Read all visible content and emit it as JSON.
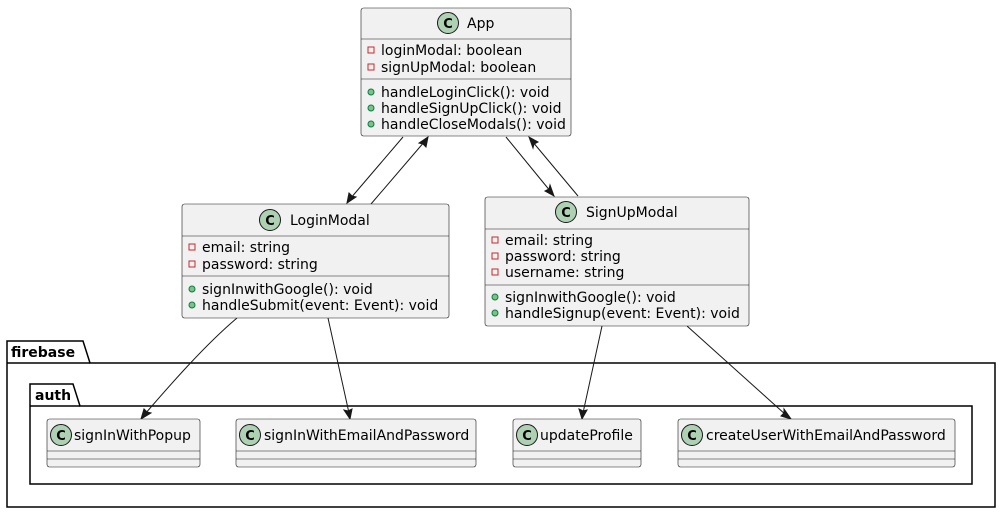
{
  "colors": {
    "class_fill": "#f1f1f1",
    "class_stroke": "#181818",
    "class_icon": "#add1b2",
    "private_marker": "#c82930",
    "public_marker": "#84be84"
  },
  "class_icon_letter": "C",
  "classes": {
    "app": {
      "name": "App",
      "fields": [
        "loginModal: boolean",
        "signUpModal: boolean"
      ],
      "methods": [
        "handleLoginClick(): void",
        "handleSignUpClick(): void",
        "handleCloseModals(): void"
      ]
    },
    "login_modal": {
      "name": "LoginModal",
      "fields": [
        "email: string",
        "password: string"
      ],
      "methods": [
        "signInwithGoogle(): void",
        "handleSubmit(event: Event): void"
      ]
    },
    "signup_modal": {
      "name": "SignUpModal",
      "fields": [
        "email: string",
        "password: string",
        "username: string"
      ],
      "methods": [
        "signInwithGoogle(): void",
        "handleSignup(event: Event): void"
      ]
    },
    "sign_in_with_popup": {
      "name": "signInWithPopup"
    },
    "sign_in_with_email": {
      "name": "signInWithEmailAndPassword"
    },
    "update_profile": {
      "name": "updateProfile"
    },
    "create_user": {
      "name": "createUserWithEmailAndPassword"
    }
  },
  "packages": {
    "firebase": {
      "name": "firebase"
    },
    "auth": {
      "name": "auth"
    }
  }
}
